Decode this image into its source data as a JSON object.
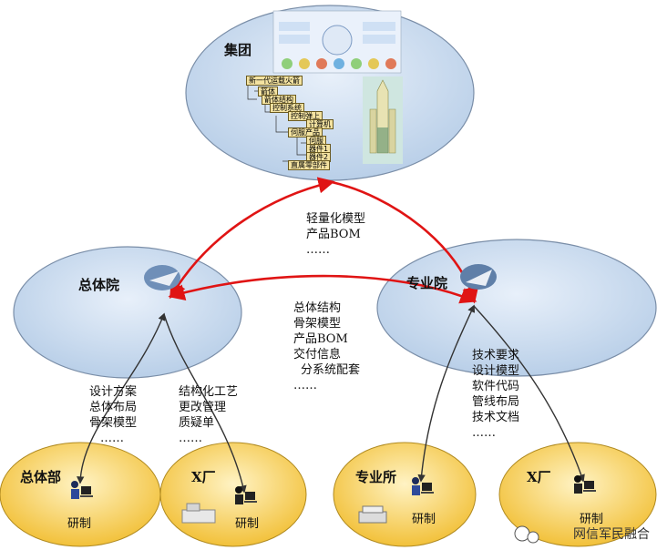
{
  "nodes": {
    "group": "集团",
    "system_institute": "总体院",
    "specialty_institute": "专业院",
    "system_dept": "总体部",
    "factory_left": "X厂",
    "specialty_office": "专业所",
    "factory_right": "X厂"
  },
  "research_labels": [
    "研制",
    "研制",
    "研制",
    "研制"
  ],
  "product_tree": [
    "新一代运载火箭",
    "箭体",
    "箭体结构",
    "控制系统",
    "控制弹上",
    "计算机",
    "伺服产品",
    "伺服",
    "器件1",
    "器件2",
    "直属零部件"
  ],
  "flows": {
    "to_group": [
      "轻量化模型",
      "产品BOM",
      "……"
    ],
    "between_institutes": [
      "总体结构",
      "骨架模型",
      "产品BOM",
      "交付信息",
      "分系统配套",
      "……"
    ],
    "dept_to_system": [
      "设计方案",
      "总体布局",
      "骨架模型",
      "……"
    ],
    "factory_to_system": [
      "结构化工艺",
      "更改管理",
      "质疑单",
      "……"
    ],
    "office_to_specialty": [
      "技术要求",
      "设计模型",
      "软件代码",
      "管线布局",
      "技术文档",
      "……"
    ]
  },
  "watermark": "网信军民融合",
  "colors": {
    "upper_ellipse": "#cfe0f2",
    "lower_ellipse": "#f7c944",
    "red_arrow": "#e01414",
    "gray_arrow": "#444444"
  }
}
